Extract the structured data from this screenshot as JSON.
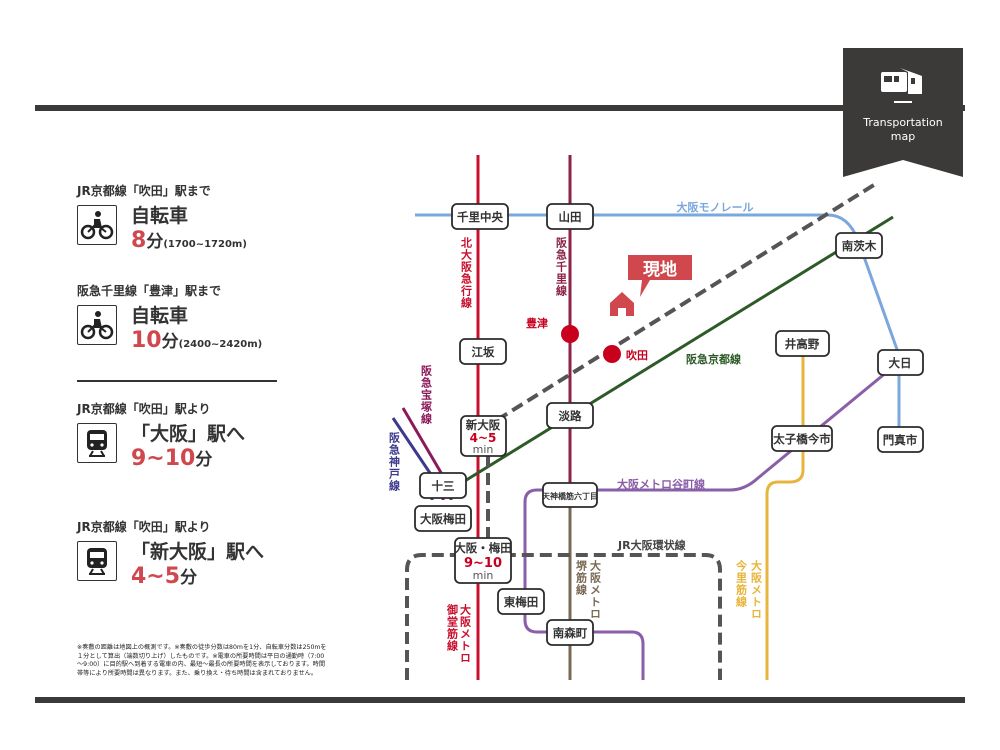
{
  "badge": {
    "title_line1": "Transportation",
    "title_line2": "map",
    "icon": "train-icon",
    "color": "#3b3a39"
  },
  "routes": [
    {
      "heading": "JR京都線「吹田」駅まで",
      "icon": "bicycle-icon",
      "mode": "自転車",
      "time": "8",
      "unit": "分",
      "distance": "(1700~1720m)"
    },
    {
      "heading": "阪急千里線「豊津」駅まで",
      "icon": "bicycle-icon",
      "mode": "自転車",
      "time": "10",
      "unit": "分",
      "distance": "(2400~2420m)"
    },
    {
      "heading": "JR京都線「吹田」駅より",
      "icon": "train-icon",
      "destination": "「大阪」駅へ",
      "time": "9~10",
      "unit": "分"
    },
    {
      "heading": "JR京都線「吹田」駅より",
      "icon": "train-icon",
      "destination": "「新大阪」駅へ",
      "time": "4~5",
      "unit": "分"
    }
  ],
  "note": "※奏敷の距離は地図上の概測です。※奏敷の徒歩分数は80mを1分、自転車分数は250mを１分として算出（端数切り上げ）したものです。※電車の所要時間は平日の通勤時（7:00～9:00）に目的駅へ到着する電車の内、最短～最長の所要時間を表示しております。時間帯等により所要時間は異なります。また、乗り換え・待ち時間は含まれておりません。",
  "map": {
    "current_location": "現地",
    "lines": {
      "monorail": {
        "label": "大阪モノレール",
        "color": "#7aa7dc"
      },
      "kita_osaka": {
        "label": "北大阪急行線",
        "color": "#c8102e"
      },
      "senri": {
        "label": "阪急千里線",
        "color": "#8b2346"
      },
      "hankyu_kyoto": {
        "label": "阪急京都線",
        "color": "#2d5a27"
      },
      "takarazuka": {
        "label": "阪急宝塚線",
        "color": "#8b1a5a"
      },
      "kobe": {
        "label": "阪急神戸線",
        "color": "#3d3a8c"
      },
      "tanimachi": {
        "label": "大阪メトロ谷町線",
        "color": "#8a5fa8"
      },
      "loop": {
        "label": "JR大阪環状線",
        "color": "#555555"
      },
      "sakaisuji": {
        "label_a": "大阪メトロ",
        "label_b": "堺筋線",
        "color": "#7a6a55"
      },
      "midosuji": {
        "label_a": "大阪メトロ",
        "label_b": "御堂筋線",
        "color": "#c8102e"
      },
      "imazatosuji": {
        "label_a": "大阪メトロ",
        "label_b": "今里筋線",
        "color": "#e8b53c"
      }
    },
    "stations": {
      "senri_chuo": "千里中央",
      "yamada": "山田",
      "esaka": "江坂",
      "awaji": "淡路",
      "juso": "十三",
      "osaka_umeda_hankyu": "大阪梅田",
      "tenroku": "天神橋筋六丁目",
      "higashi_umeda": "東梅田",
      "minami_morimachi": "南森町",
      "minami_ibaraki": "南茨木",
      "itakano": "井高野",
      "dainichi": "大日",
      "taishibashi": "太子橋今市",
      "kadoma": "門真市",
      "toyotsu": "豊津",
      "suita": "吹田",
      "shin_osaka": "新大阪",
      "shin_osaka_time": "4~5",
      "osaka": "大阪・梅田",
      "osaka_time": "9~10",
      "min": "min"
    }
  }
}
